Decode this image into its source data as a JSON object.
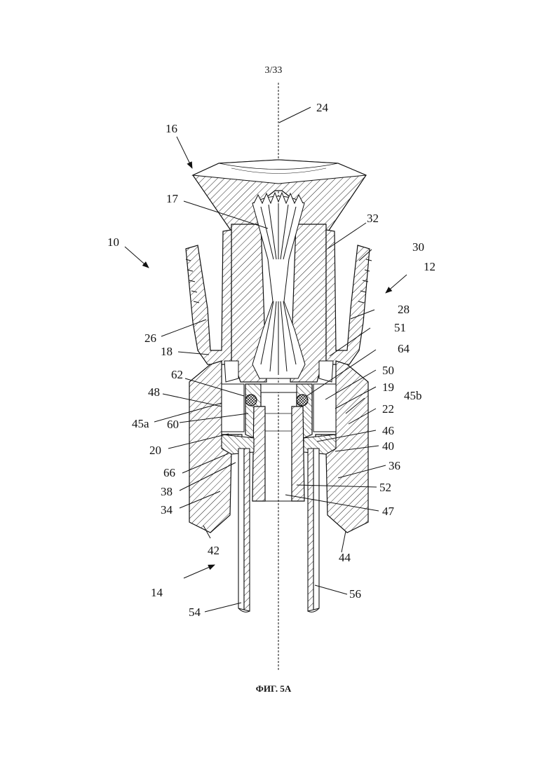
{
  "page_number": "3/33",
  "figure_caption": "ФИГ. 5А",
  "reference_labels": {
    "l10": "10",
    "l12": "12",
    "l14": "14",
    "l16": "16",
    "l17": "17",
    "l18": "18",
    "l19": "19",
    "l20": "20",
    "l22": "22",
    "l24": "24",
    "l26": "26",
    "l28": "28",
    "l30": "30",
    "l32": "32",
    "l34": "34",
    "l36": "36",
    "l38": "38",
    "l40": "40",
    "l42": "42",
    "l44": "44",
    "l45a": "45a",
    "l45b": "45b",
    "l46": "46",
    "l47": "47",
    "l48": "48",
    "l50": "50",
    "l51": "51",
    "l52": "52",
    "l54": "54",
    "l56": "56",
    "l60": "60",
    "l62": "62",
    "l64": "64",
    "l66": "66"
  }
}
